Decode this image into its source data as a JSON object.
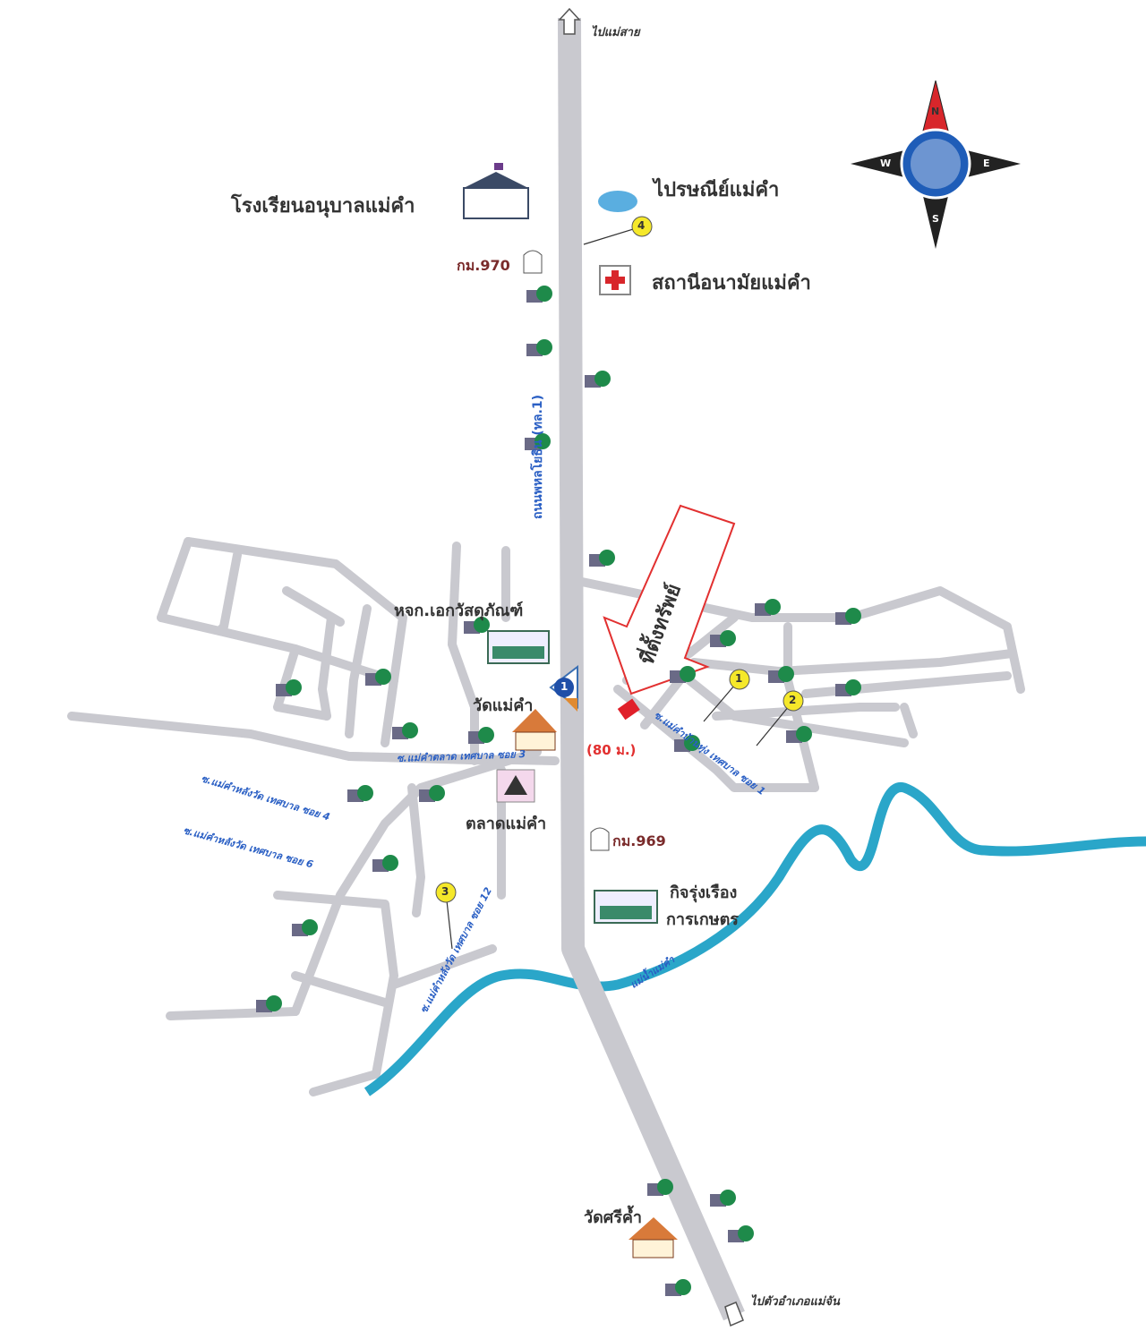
{
  "map": {
    "to_north": "ไปแม่สาย",
    "to_south": "ไปตัวอำเภอแม่จัน",
    "main_road": "ถนนพหลโยธิน (ทล.1)",
    "highway_marker": "1",
    "property_label": "ที่ตั้งทรัพย์",
    "distance": "(80 ม.)",
    "landmarks": {
      "school": "โรงเรียนอนุบาลแม่คำ",
      "post_office": "ไปรษณีย์แม่คำ",
      "health_station": "สถานีอนามัยแม่คำ",
      "km970": "กม.970",
      "km969": "กม.969",
      "hardware_store": "หจก.เอกวัสดุภัณฑ์",
      "temple": "วัดแม่คำ",
      "market": "ตลาดแม่คำ",
      "agri_store_1": "กิจรุ่งเรือง",
      "agri_store_2": "การเกษตร",
      "temple_south": "วัดศรีค้ำ"
    },
    "streets": {
      "soi3": "ซ.แม่คำตลาด เทศบาล ซอย 3",
      "soi4": "ซ.แม่คำหลังวัด เทศบาล ซอย 4",
      "soi6": "ซ.แม่คำหลังวัด เทศบาล ซอย 6",
      "soi12": "ซ.แม่คำหลังวัด เทศบาล ซอย 12",
      "soi1": "ซ.แม่คำบ้านทุ่ง เทศบาล ซอย 1"
    },
    "river": "แม่น้ำแม่คำ",
    "markers": [
      "1",
      "2",
      "3",
      "4"
    ],
    "compass": {
      "n": "N",
      "e": "E",
      "s": "S",
      "w": "W"
    },
    "colors": {
      "road": "#c9c9cf",
      "river": "#2aa6c9",
      "property": "#e0202a",
      "label_blue": "#2a5fc4"
    }
  }
}
